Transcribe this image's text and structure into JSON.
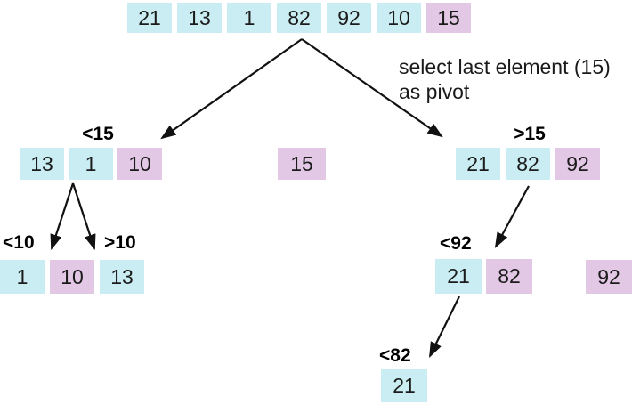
{
  "colors": {
    "cell_default": "#c9edf2",
    "cell_pivot": "#e2c8e4",
    "text": "#1a1a1a",
    "arrow": "#111111"
  },
  "annotation": {
    "line1": "select last element (15)",
    "line2": "as pivot"
  },
  "labels": {
    "lt15": "<15",
    "gt15": ">15",
    "lt10": "<10",
    "gt10": ">10",
    "lt92": "<92",
    "lt82": "<82"
  },
  "groups": {
    "top": {
      "cells": [
        {
          "value": "21",
          "variant": "default"
        },
        {
          "value": "13",
          "variant": "default"
        },
        {
          "value": "1",
          "variant": "default"
        },
        {
          "value": "82",
          "variant": "default"
        },
        {
          "value": "92",
          "variant": "default"
        },
        {
          "value": "10",
          "variant": "default"
        },
        {
          "value": "15",
          "variant": "pivot"
        }
      ]
    },
    "row2_left": {
      "cells": [
        {
          "value": "13",
          "variant": "default"
        },
        {
          "value": "1",
          "variant": "default"
        },
        {
          "value": "10",
          "variant": "pivot"
        }
      ]
    },
    "row2_mid": {
      "cells": [
        {
          "value": "15",
          "variant": "pivot"
        }
      ]
    },
    "row2_right": {
      "cells": [
        {
          "value": "21",
          "variant": "default"
        },
        {
          "value": "82",
          "variant": "default"
        },
        {
          "value": "92",
          "variant": "pivot"
        }
      ]
    },
    "row3_left": {
      "cells": [
        {
          "value": "1",
          "variant": "default"
        },
        {
          "value": "10",
          "variant": "pivot"
        },
        {
          "value": "13",
          "variant": "default"
        }
      ]
    },
    "row3_right": {
      "cells": [
        {
          "value": "21",
          "variant": "default"
        },
        {
          "value": "82",
          "variant": "pivot"
        }
      ]
    },
    "row3_placed": {
      "cells": [
        {
          "value": "92",
          "variant": "pivot"
        }
      ]
    },
    "row4": {
      "cells": [
        {
          "value": "21",
          "variant": "default"
        }
      ]
    }
  },
  "edges": [
    {
      "from": "array-initial",
      "to": "partition-lt15"
    },
    {
      "from": "array-initial",
      "to": "partition-gt15"
    },
    {
      "from": "partition-lt15",
      "to": "partition-lt10"
    },
    {
      "from": "partition-lt15",
      "to": "partition-gt10"
    },
    {
      "from": "partition-gt15",
      "to": "partition-lt92"
    },
    {
      "from": "partition-lt92",
      "to": "partition-lt82"
    }
  ]
}
